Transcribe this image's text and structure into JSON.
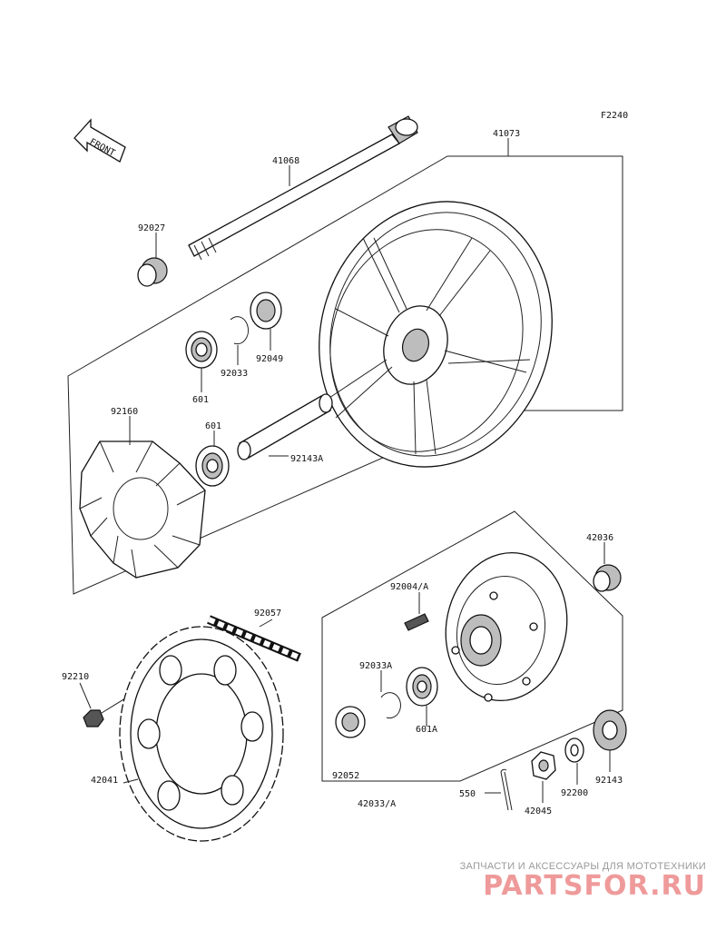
{
  "diagram": {
    "figure_code": "F2240",
    "front_label": "FRONT",
    "labels": {
      "axle": "41068",
      "wheel": "41073",
      "collar_left": "92027",
      "bearing_1": "601",
      "circlip_1": "92033",
      "seal_1": "92049",
      "damper": "92160",
      "bearing_2": "601",
      "sleeve": "92143A",
      "chain": "92057",
      "nut": "92210",
      "sprocket": "42041",
      "collar_right": "42036",
      "stud": "92004/A",
      "circlip_2": "92033A",
      "bearing_3": "601A",
      "seal_2": "92052",
      "coupling": "42033/A",
      "cotter_pin": "550",
      "axle_nut": "42045",
      "washer": "92200",
      "collar_hub": "92143"
    }
  },
  "watermark": {
    "subtitle": "ЗАПЧАСТИ И АКСЕССУАРЫ ДЛЯ МОТОТЕХНИКИ",
    "logo": "PARTSFOR.RU"
  }
}
